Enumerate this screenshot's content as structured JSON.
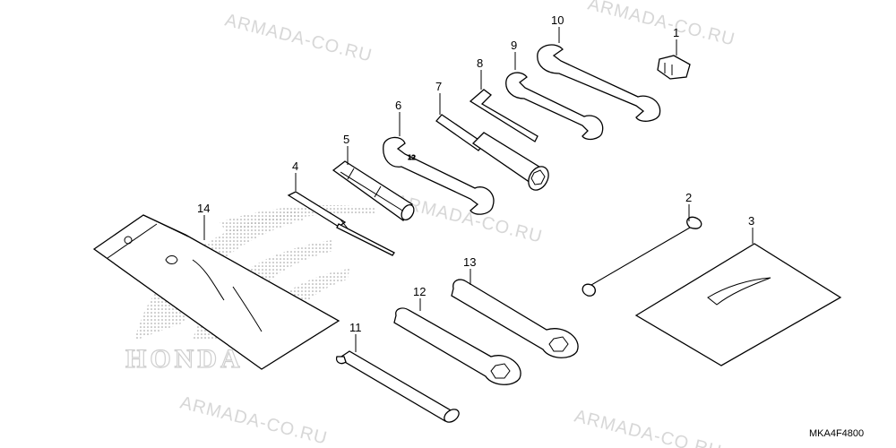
{
  "diagram": {
    "part_code": "MKA4F4800",
    "watermark_text": "ARMADA-CO.RU",
    "logo_text": "HONDA",
    "callouts": [
      {
        "id": "c1",
        "label": "1",
        "part": "key-clip"
      },
      {
        "id": "c2",
        "label": "2",
        "part": "helmet-cable"
      },
      {
        "id": "c3",
        "label": "3",
        "part": "manual-sheet"
      },
      {
        "id": "c4",
        "label": "4",
        "part": "screwdriver"
      },
      {
        "id": "c5",
        "label": "5",
        "part": "screwdriver-grip"
      },
      {
        "id": "c6",
        "label": "6",
        "part": "open-end-wrench-6"
      },
      {
        "id": "c7",
        "label": "7",
        "part": "socket-wrench"
      },
      {
        "id": "c8",
        "label": "8",
        "part": "hex-key"
      },
      {
        "id": "c9",
        "label": "9",
        "part": "open-end-wrench-9"
      },
      {
        "id": "c10",
        "label": "10",
        "part": "open-end-wrench-10"
      },
      {
        "id": "c11",
        "label": "11",
        "part": "extension-bar"
      },
      {
        "id": "c12",
        "label": "12",
        "part": "spanner-12"
      },
      {
        "id": "c13",
        "label": "13",
        "part": "spanner-13"
      },
      {
        "id": "c14",
        "label": "14",
        "part": "tool-bag"
      }
    ]
  }
}
